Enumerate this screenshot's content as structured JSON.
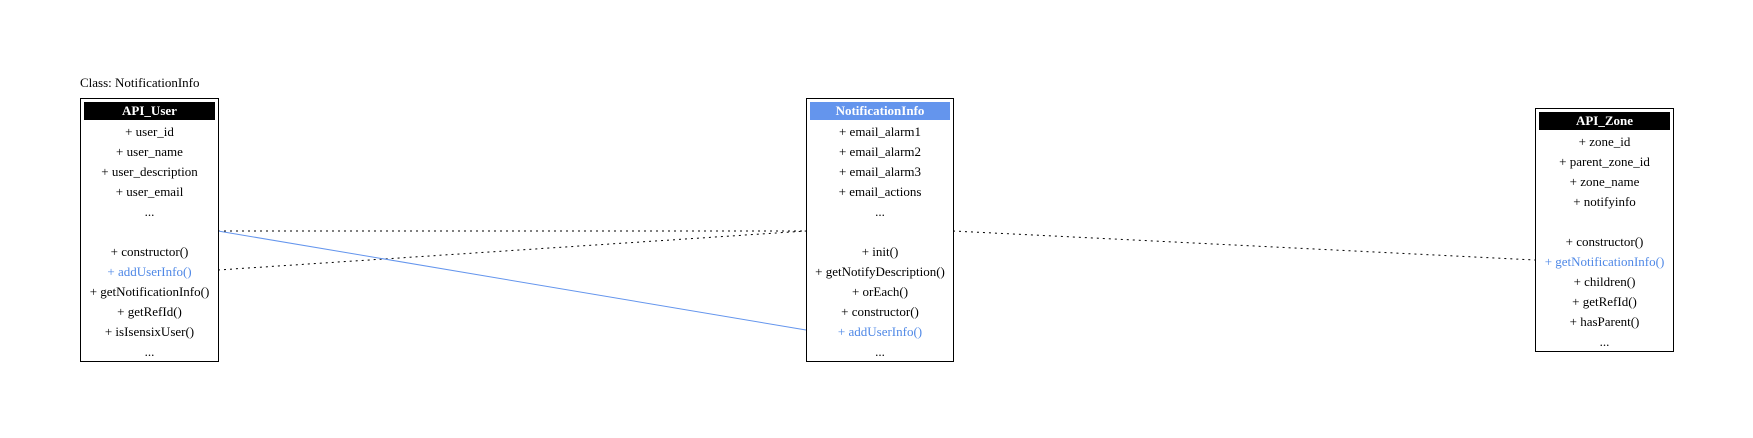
{
  "diagram_title": "Class: NotificationInfo",
  "colors": {
    "highlight": "#6495ed",
    "header_dark": "#000000",
    "edge_dark": "#000000",
    "edge_highlight": "#6495ed"
  },
  "classes": {
    "api_user": {
      "name": "API_User",
      "attributes": [
        "+ user_id",
        "+ user_name",
        "+ user_description",
        "+ user_email",
        "..."
      ],
      "methods": [
        "+ constructor()",
        "+ addUserInfo()",
        "+ getNotificationInfo()",
        "+ getRefId()",
        "+ isIsensixUser()",
        "..."
      ]
    },
    "notification_info": {
      "name": "NotificationInfo",
      "attributes": [
        "+ email_alarm1",
        "+ email_alarm2",
        "+ email_alarm3",
        "+ email_actions",
        "..."
      ],
      "methods": [
        "+ init()",
        "+ getNotifyDescription()",
        "+ orEach()",
        "+ constructor()",
        "+ addUserInfo()",
        "..."
      ]
    },
    "api_zone": {
      "name": "API_Zone",
      "attributes": [
        "+ zone_id",
        "+ parent_zone_id",
        "+ zone_name",
        "+ notifyinfo"
      ],
      "methods": [
        "+ constructor()",
        "+ getNotificationInfo()",
        "+ children()",
        "+ getRefId()",
        "+ hasParent()",
        "..."
      ]
    }
  }
}
